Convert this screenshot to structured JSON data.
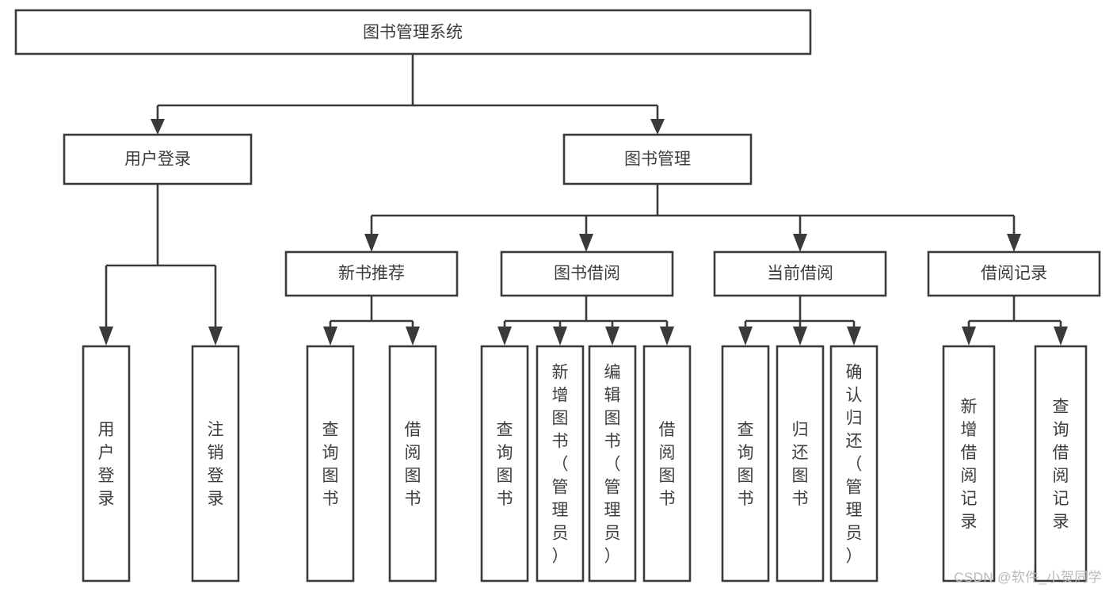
{
  "diagram": {
    "type": "tree",
    "title": "图书管理系统",
    "orientation": "top-down",
    "colors": {
      "box_stroke": "#3a3a3a",
      "box_fill": "#ffffff",
      "text": "#3d3d3d",
      "background": "#ffffff",
      "watermark": "#b9b9b9"
    },
    "root": {
      "label": "图书管理系统"
    },
    "level2": [
      {
        "label": "用户登录"
      },
      {
        "label": "图书管理"
      }
    ],
    "level3": [
      {
        "label": "新书推荐"
      },
      {
        "label": "图书借阅"
      },
      {
        "label": "当前借阅"
      },
      {
        "label": "借阅记录"
      }
    ],
    "leaves": {
      "user_login": [
        {
          "label": "用户登录"
        },
        {
          "label": "注销登录"
        }
      ],
      "new_book_recommend": [
        {
          "label": "查询图书"
        },
        {
          "label": "借阅图书"
        }
      ],
      "book_borrow": [
        {
          "label": "查询图书"
        },
        {
          "label": "新增图书（管理员）"
        },
        {
          "label": "编辑图书（管理员）"
        },
        {
          "label": "借阅图书"
        }
      ],
      "current_borrow": [
        {
          "label": "查询图书"
        },
        {
          "label": "归还图书"
        },
        {
          "label": "确认归还（管理员）"
        }
      ],
      "borrow_record": [
        {
          "label": "新增借阅记录"
        },
        {
          "label": "查询借阅记录"
        }
      ]
    }
  },
  "watermark": {
    "text": "CSDN @软件_小贺同学"
  }
}
